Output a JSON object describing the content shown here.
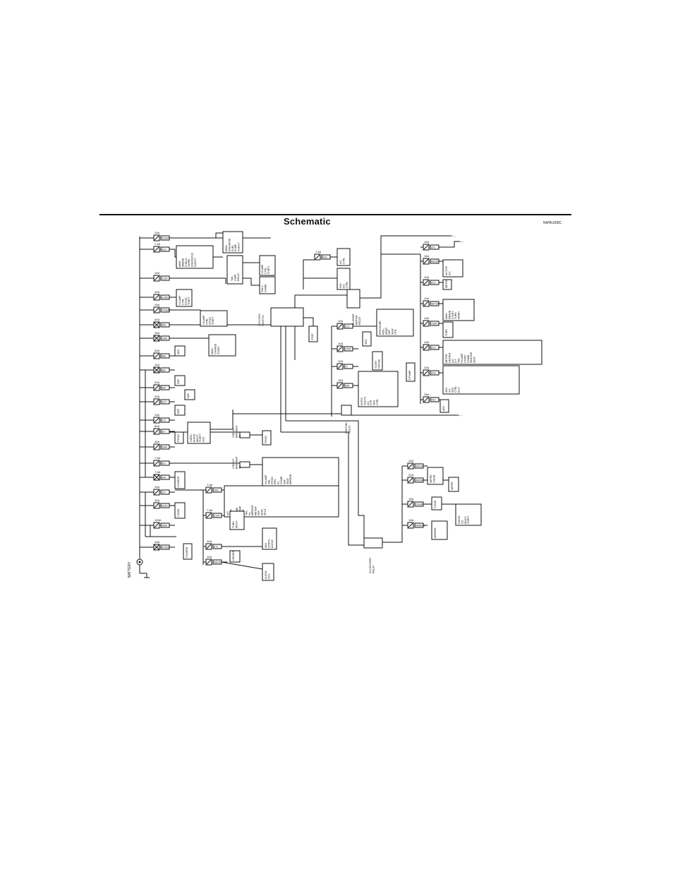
{
  "header": {
    "title": "Schematic",
    "code": "N4/HL600C"
  },
  "diagram": {
    "battery_label": "BATTERY",
    "ignition_switch_label": "IGNITION SWITCH",
    "ignition_relay_label": "IGNITION RELAY",
    "accessory_relay_label": "ACCESSORY RELAY",
    "blower_relay_label": "BLOWER MOTOR RELAY",
    "circuit_breaker_1": "CIRCUIT BREAKER #1",
    "circuit_breaker_2": "CIRCUIT BREAKER #2",
    "tail_lamp_relay_label": "TAIL LAMP RELAY",
    "left_fuses": [
      "10A",
      "7.5A",
      "10A",
      "10A",
      "15A",
      "40A",
      "40A",
      "40A",
      "10A",
      "20A",
      "20A",
      "15A",
      "80A",
      "40A",
      "7.5A",
      "7.5A",
      "10A",
      "40A",
      "100A"
    ],
    "left_fuse_names": [
      "ROOM",
      "ECU",
      "STOP",
      "HORN",
      "F/PUMP",
      "ABS",
      "MAIN",
      "ABS",
      "DEF",
      "DEF",
      "H/LP",
      "ETC",
      "ALT",
      "MAIN",
      "RDI",
      "HAZ",
      "CDI",
      "HEAD",
      "MAIN"
    ],
    "left_loads": [
      "ABS",
      "DEF",
      "DEF",
      "HORN AUDIO MULTI THEFT NCS",
      "F/FOG",
      "CIGAR",
      "CHARGE",
      "CHARGE"
    ],
    "top_loads": [
      "MAIN RADIATOR FUEL PUMP INJECT",
      "MAIN IMMOB FUEL/H SWIPE DIAGNOSIS INJECT",
      "H/LAMP CTRL THEFT",
      "FAIL/L CHIME",
      "H/LAMP CTRL F/FOG THEFT",
      "MAIN CHARGE START",
      "STOP"
    ],
    "mid_fuses": [
      "7.5A",
      "10A",
      "10A",
      "10A",
      "15A",
      "10A"
    ],
    "mid_fuse_names": [
      "ENG",
      "ECU",
      "STOP",
      "ST",
      "SRS",
      "SRS"
    ],
    "mid_loads": [
      "A/C CTRL",
      "FAN A/C CTRL",
      "PRESSURE ROLL REAR DEF SEAT HTR",
      "SRS",
      "START CRUISE",
      "F/PUMP",
      "EGR/C VENTS A/C HTR SRS CTRL"
    ],
    "right_fuses": [
      "15A",
      "15A",
      "10A",
      "10A",
      "10A",
      "15A",
      "10A",
      "15A"
    ],
    "right_fuse_names": [
      "CIG",
      "RADIO",
      "ECU",
      "METER",
      "TURN",
      "ECU",
      "ENG",
      "RSC"
    ],
    "right_loads": [
      "ACTIVE A/C",
      "METER",
      "FAN A/C MIRROR",
      "MAIN IMMOB START TURN WARN",
      "TURN",
      "METER HEATER A/C A/T TAIL H/LAMP START CHIME SENSOR SEAT",
      "ABS A/C SRS CTRL ECU",
      "ABS"
    ],
    "lower_fuses": [
      "7.5A",
      "7.5A",
      "10A",
      "10A"
    ],
    "lower_fuse_names": [
      "ENG",
      "STOP",
      "ETC",
      "RADIO"
    ],
    "lower_loads": [
      "H/LAMP TAIL F/FOG RR/L ILL CHIME DEF SEAT MIRROR",
      "A/C MAIN A/T CHIME H/LAMP CTRL TAIL ILL MIRROR METER DEF SEAT SPLIT",
      "TURN MULTI",
      "ABS STOP/L AUDIO",
      "HEATER",
      "AUDIO NCS"
    ],
    "acc_fuses": [
      "10A",
      "20A",
      "15A",
      "15A"
    ],
    "acc_fuse_names": [
      "RADIO",
      "WIPER",
      "CIGAR",
      "MIRROR"
    ],
    "acc_loads": [
      "WIPER CIGAR",
      "WIPER",
      "CIGAR",
      "RADIO CD MULTI THEFT",
      "MIRROR"
    ]
  },
  "colors": {
    "ink": "#111111",
    "paper": "#ffffff"
  }
}
